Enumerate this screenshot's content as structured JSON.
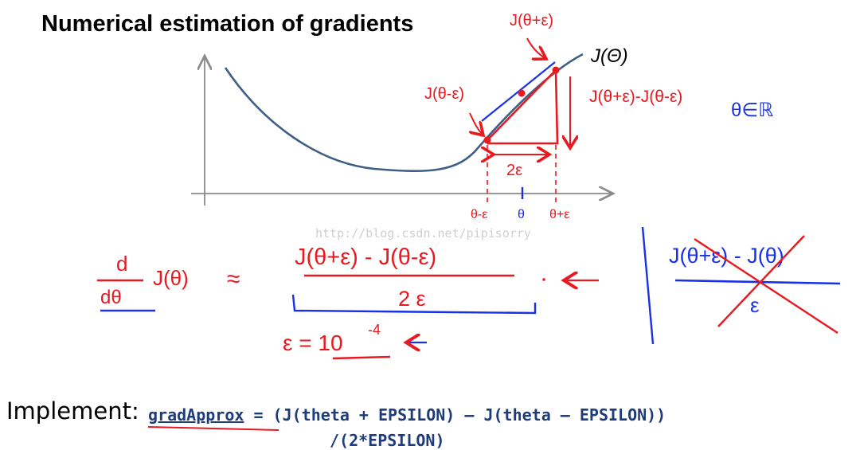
{
  "title": "Numerical estimation of gradients",
  "curve_label": "J(Θ)",
  "annotations": {
    "j_plus": "J(θ+ε)",
    "j_minus": "J(θ-ε)",
    "difference": "J(θ+ε)-J(θ-ε)",
    "theta_in_r": "θ∈ℝ",
    "two_eps": "2ε",
    "tick_minus": "θ-ε",
    "tick_theta": "θ",
    "tick_plus": "θ+ε"
  },
  "watermark": "http://blog.csdn.net/pipisorry",
  "formula": {
    "deriv_num": "d",
    "deriv_den": "dθ",
    "deriv_func": "J(θ)",
    "approx": "≈",
    "numerator": "J(θ+ε) - J(θ-ε)",
    "denominator": "2 ε",
    "epsilon_eq": "ε = 10",
    "epsilon_exp": "-4",
    "crossed_num": "J(θ+ε) - J(θ)",
    "crossed_den": "ε"
  },
  "implement": {
    "label": "Implement:",
    "var": "gradApprox",
    "code_line1": " = (J(theta + EPSILON) – J(theta – EPSILON))",
    "code_line2": "/(2*EPSILON)"
  },
  "colors": {
    "ink_red": "#e8191f",
    "ink_blue": "#1932e6",
    "curve": "#3f5f86",
    "axis": "#8a8a8a",
    "code": "#1f3c7a"
  }
}
